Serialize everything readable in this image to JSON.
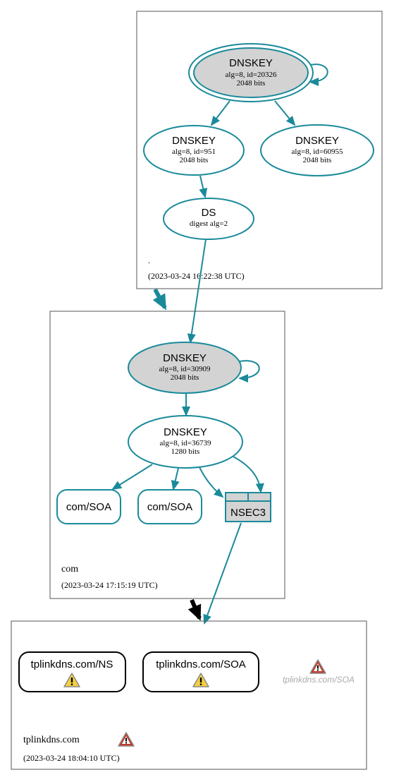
{
  "colors": {
    "edge": "#1a8a9a",
    "node_fill_ksk": "#d3d3d3",
    "node_fill": "#ffffff",
    "zone_border": "#555555",
    "delegation_arrow": "#1a8a9a",
    "black_arrow": "#000000",
    "warning_red": "#c0392b",
    "warning_yellow": "#f4d03f",
    "ghost_text": "#aaaaaa"
  },
  "zones": {
    "root": {
      "name": ".",
      "timestamp": "(2023-03-24 16:22:38 UTC)",
      "ksk": {
        "title": "DNSKEY",
        "line1": "alg=8, id=20326",
        "line2": "2048 bits"
      },
      "zsk1": {
        "title": "DNSKEY",
        "line1": "alg=8, id=951",
        "line2": "2048 bits"
      },
      "zsk2": {
        "title": "DNSKEY",
        "line1": "alg=8, id=60955",
        "line2": "2048 bits"
      },
      "ds": {
        "title": "DS",
        "line1": "digest alg=2"
      }
    },
    "com": {
      "name": "com",
      "timestamp": "(2023-03-24 17:15:19 UTC)",
      "ksk": {
        "title": "DNSKEY",
        "line1": "alg=8, id=30909",
        "line2": "2048 bits"
      },
      "zsk": {
        "title": "DNSKEY",
        "line1": "alg=8, id=36739",
        "line2": "1280 bits"
      },
      "soa1": "com/SOA",
      "soa2": "com/SOA",
      "nsec3": "NSEC3"
    },
    "tplinkdns": {
      "name": "tplinkdns.com",
      "timestamp": "(2023-03-24 18:04:10 UTC)",
      "ns": "tplinkdns.com/NS",
      "soa": "tplinkdns.com/SOA",
      "ghost_soa": "tplinkdns.com/SOA",
      "icons": [
        "warning-yellow-icon",
        "warning-red-icon"
      ]
    }
  }
}
